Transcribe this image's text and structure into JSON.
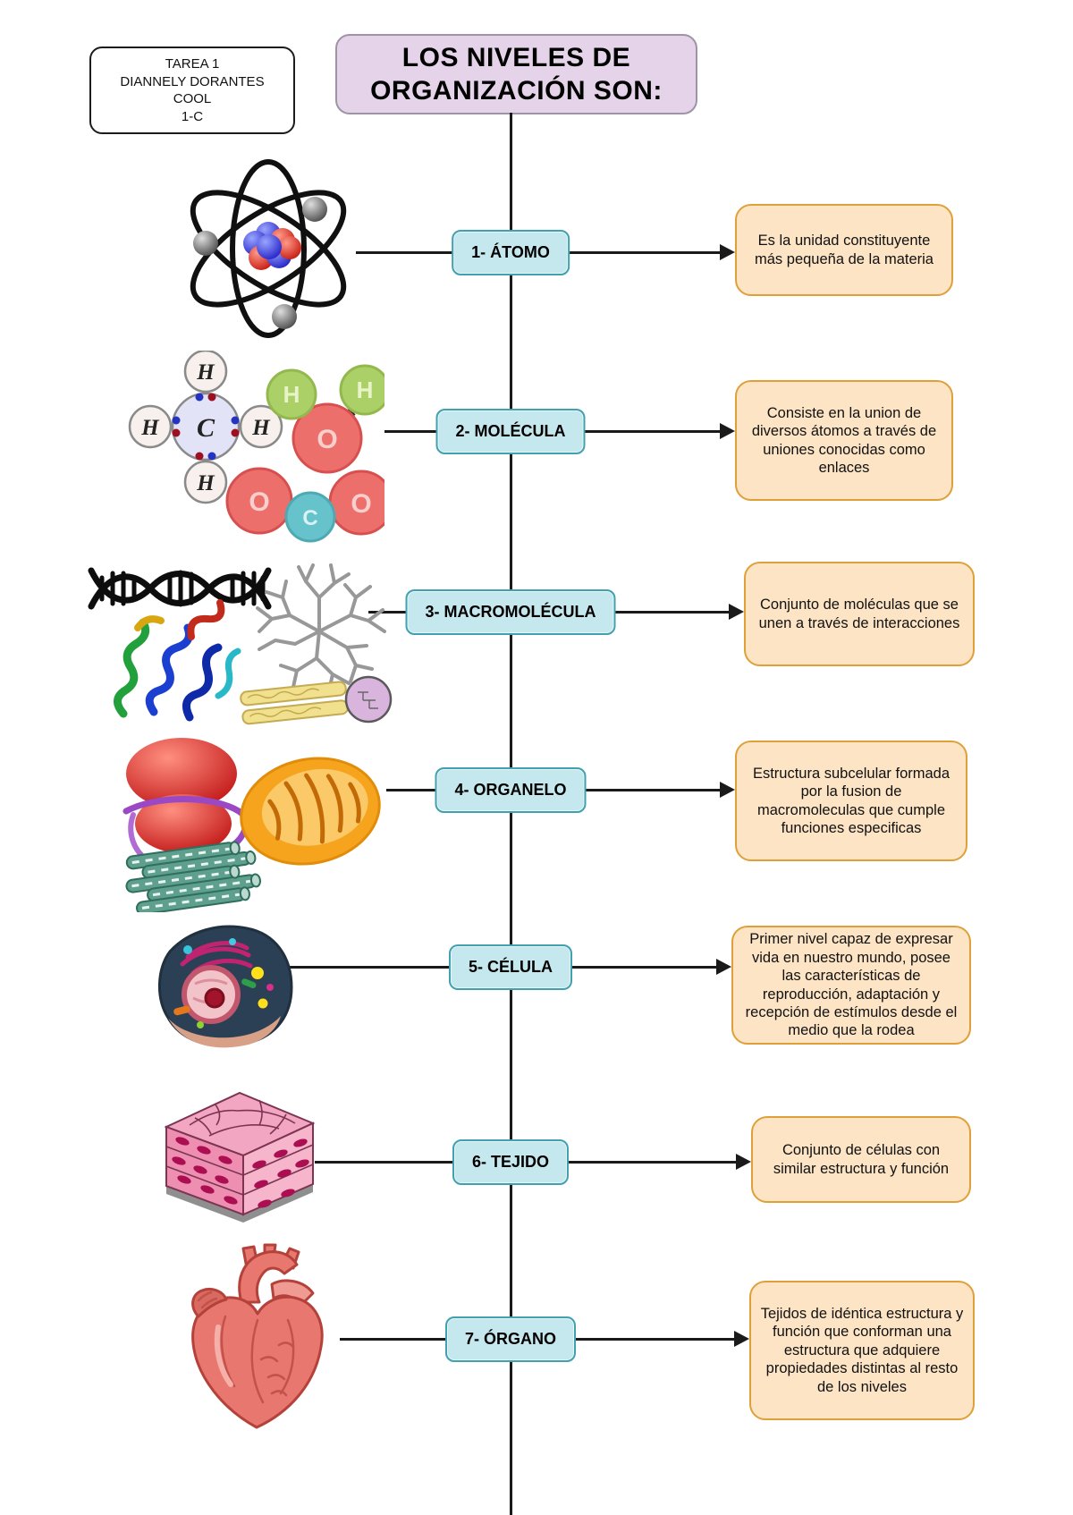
{
  "header": {
    "info_box": {
      "lines": [
        "TAREA 1",
        "DIANNELY DORANTES",
        "COOL",
        "1-C"
      ]
    },
    "title": "LOS NIVELES DE ORGANIZACIÓN SON:"
  },
  "colors": {
    "title_bg": "#e5d3ea",
    "level_label_bg": "#c5e8ee",
    "level_label_border": "#43a0af",
    "description_bg": "#fce4c5",
    "description_border": "#e0a039",
    "line_color": "#1a1a1a"
  },
  "molecule_labels": {
    "H": "H",
    "C": "C",
    "O": "O"
  },
  "levels": [
    {
      "icon": "atom-illustration",
      "label": "1- ÁTOMO",
      "description": "Es la unidad constituyente más pequeña de la materia"
    },
    {
      "icon": "molecule-illustration",
      "label": "2- MOLÉCULA",
      "description": "Consiste en la union de diversos átomos a través de uniones conocidas como enlaces"
    },
    {
      "icon": "macromolecule-illustration",
      "label": "3- MACROMOLÉCULA",
      "description": "Conjunto de moléculas que se unen a través de interacciones"
    },
    {
      "icon": "organelle-illustration",
      "label": "4- ORGANELO",
      "description": "Estructura subcelular formada por la fusion de macromoleculas que cumple funciones especificas"
    },
    {
      "icon": "cell-illustration",
      "label": "5- CÉLULA",
      "description": "Primer nivel capaz de expresar vida en nuestro mundo, posee las características de reproducción, adaptación y recepción de estímulos desde el medio que la rodea"
    },
    {
      "icon": "tissue-illustration",
      "label": "6- TEJIDO",
      "description": "Conjunto de células con similar estructura y función"
    },
    {
      "icon": "organ-illustration",
      "label": "7- ÓRGANO",
      "description": "Tejidos de idéntica estructura y función que conforman una estructura que adquiere propiedades distintas al resto de los niveles"
    }
  ]
}
